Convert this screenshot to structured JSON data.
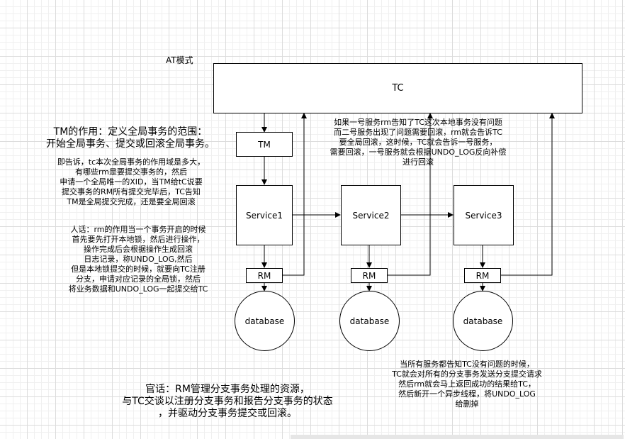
{
  "mode_label": "AT模式",
  "nodes": {
    "tc": "TC",
    "tm": "TM",
    "service1": "Service1",
    "service2": "Service2",
    "service3": "Service3",
    "rm1": "RM",
    "rm2": "RM",
    "rm3": "RM",
    "db1": "database",
    "db2": "database",
    "db3": "database"
  },
  "notes": {
    "tm_role_title": "TM的作用：定义全局事务的范围：\n开始全局事务、提交或回滚全局事务。",
    "tm_role_detail": "即告诉，tc本次全局事务的作用域是多大，\n有哪些rm是要提交事务的，然后\n申请一个全局唯一的XID，当TM给tC说要\n提交事务的RM所有提交完毕后，TC告知\nTM是全局提交完成，还是要全局回滚",
    "rm_plain": "人话：rm的作用当一个事务开启的时候\n首先要先打开本地锁，然后进行操作，\n操作完成后会根据操作生成回滚\n日志记录，称UNDO_LOG,然后\n但是本地锁提交的时候，就要向TC注册\n分支，申请对应记录的全局锁，然后\n将业务数据和UNDO_LOG一起提交给TC",
    "rollback": "如果一号服务rm告知了TC这次本地事务没有问题\n而二号服务出现了问题需要回滚，rm就会告诉TC\n要全局回滚，这时候，TC就会告诉一号服务，\n需要回滚，一号服务就会根据UNDO_LOG反向补偿\n进行回滚",
    "rm_official": "官话：RM管理分支事务处理的资源，\n与TC交谈以注册分支事务和报告分支事务的状态\n，并驱动分支事务提交或回滚。",
    "commit": "当所有服务都告知TC没有问题的时候，\nTC就会对所有的分支事务发送分支提交请求\n然后rm就会马上返回成功的结果给TC，\n然后新开一个异步线程，将UNDO_LOG\n给删掉"
  }
}
